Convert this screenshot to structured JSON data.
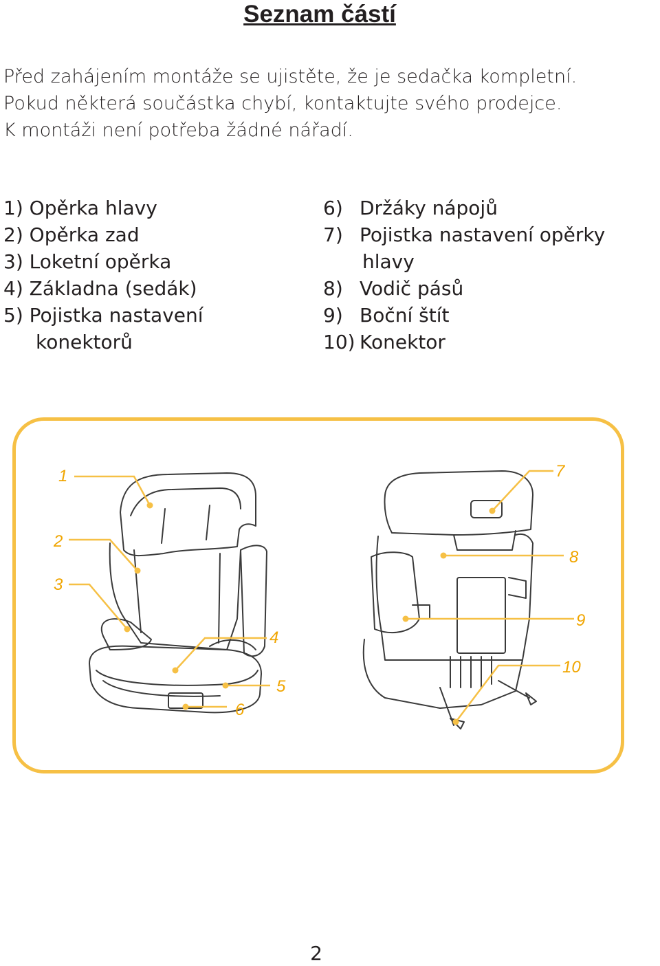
{
  "title": "Seznam částí",
  "intro": [
    "Před zahájením montáže se ujistěte, že je sedačka kompletní.",
    "Pokud některá součástka chybí, kontaktujte svého prodejce.",
    "K montáži není potřeba žádné nářadí."
  ],
  "parts_left": [
    {
      "number": "1)",
      "label": "Opěrka hlavy"
    },
    {
      "number": "2)",
      "label": "Opěrka zad"
    },
    {
      "number": "3)",
      "label": "Loketní opěrka"
    },
    {
      "number": "4)",
      "label": "Základna (sedák)"
    },
    {
      "number": "5)",
      "label": "Pojistka nastavení",
      "continuation": "konektorů"
    }
  ],
  "parts_right": [
    {
      "number": "6)",
      "label": "Držáky nápojů"
    },
    {
      "number": "7)",
      "label": "Pojistka nastavení opěrky",
      "continuation": "hlavy"
    },
    {
      "number": "8)",
      "label": "Vodič pásů"
    },
    {
      "number": "9)",
      "label": "Boční štít"
    },
    {
      "number": "10)",
      "label": "Konektor"
    }
  ],
  "callouts": {
    "c1": "1",
    "c2": "2",
    "c3": "3",
    "c4": "4",
    "c5": "5",
    "c6": "6",
    "c7": "7",
    "c8": "8",
    "c9": "9",
    "c10": "10"
  },
  "colors": {
    "accent": "#f6c045",
    "callout": "#f0a500",
    "line": "#3a3a3a"
  },
  "page_number": "2"
}
